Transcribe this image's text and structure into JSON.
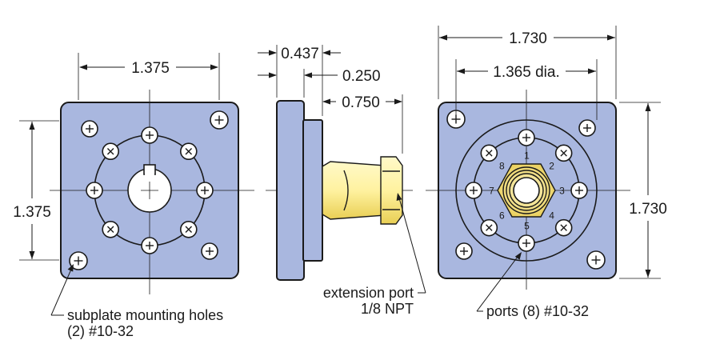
{
  "dimensions": {
    "left_width": "1.375",
    "left_height": "1.375",
    "side_0437": "0.437",
    "side_0250": "0.250",
    "side_0750": "0.750",
    "right_width": "1.730",
    "right_dia": "1.365 dia.",
    "right_height": "1.730"
  },
  "callouts": {
    "subplate_line1": "subplate mounting holes",
    "subplate_line2": "(2) #10-32",
    "extension_line1": "extension port",
    "extension_line2": "1/8 NPT",
    "ports": "ports (8) #10-32"
  },
  "port_numbers": [
    "1",
    "2",
    "3",
    "4",
    "5",
    "6",
    "7",
    "8"
  ],
  "colors": {
    "plate": "#a9b7df",
    "brass_light": "#fff6b0",
    "brass_dark": "#e6c94a",
    "line": "#1a1a1a"
  }
}
